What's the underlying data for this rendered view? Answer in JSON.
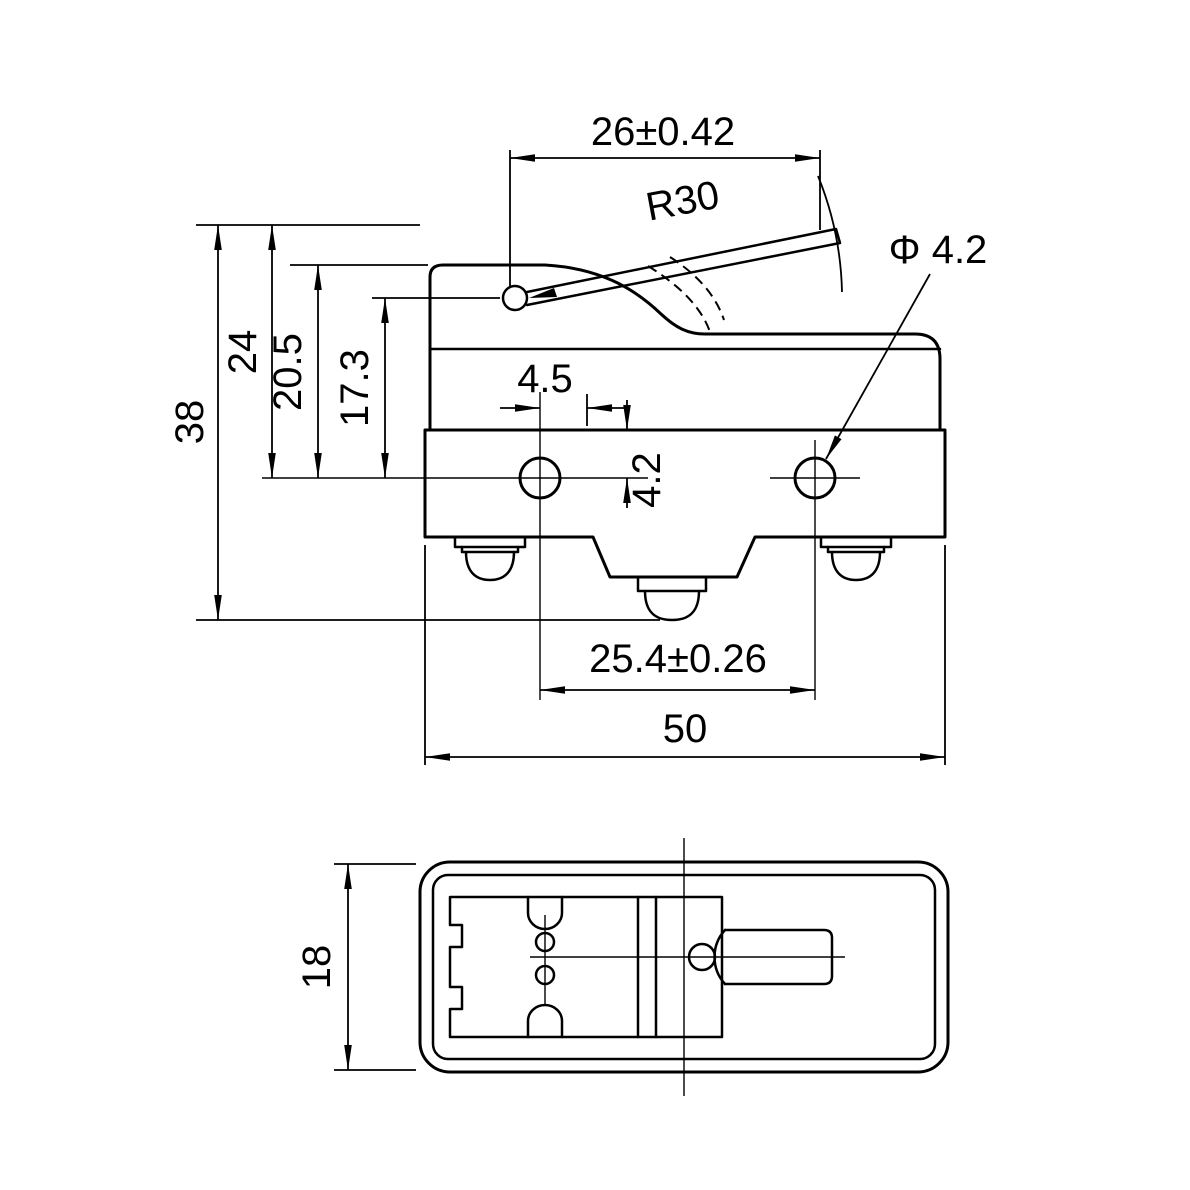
{
  "drawing": {
    "background_color": "#ffffff",
    "line_color": "#000000"
  },
  "dims": {
    "lever_span": "26±0.42",
    "lever_radius": "R30",
    "hole_dia": "Φ 4.2",
    "total_height": "38",
    "height_to_pivot_top": "24",
    "height_20_5": "20.5",
    "height_17_3": "17.3",
    "offset_4_5": "4.5",
    "offset_4_2": "4.2",
    "mount_pitch": "25.4±0.26",
    "total_width": "50",
    "body_depth": "18"
  }
}
